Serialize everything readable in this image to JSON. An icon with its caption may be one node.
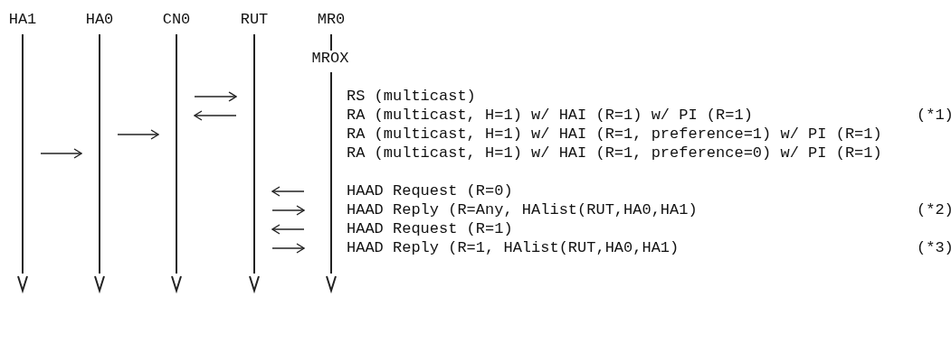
{
  "diagram": {
    "nodes": [
      {
        "text": [
          "HA1"
        ]
      },
      {
        "text": [
          "HA0"
        ]
      },
      {
        "text": [
          "CN0"
        ]
      },
      {
        "text": [
          "RUT"
        ]
      },
      {
        "text": [
          "MR0",
          "MROX"
        ]
      }
    ],
    "edges": [
      {
        "from": 2,
        "to": 3,
        "arrow": "to"
      },
      {
        "from": 3,
        "to": 2,
        "arrow": "to"
      },
      {
        "from": 1,
        "to": 2,
        "arrow": "to"
      },
      {
        "from": 0,
        "to": 1,
        "arrow": "to"
      },
      {
        "from": 4,
        "to": 3,
        "arrow": "to"
      },
      {
        "from": 3,
        "to": 4,
        "arrow": "to"
      },
      {
        "from": 4,
        "to": 3,
        "arrow": "to"
      },
      {
        "from": 3,
        "to": 4,
        "arrow": "to"
      }
    ],
    "labels": [
      "RS (multicast)",
      "RA (multicast, H=1) w/ HAI (R=1) w/ PI (R=1)",
      "(*1)",
      "RA (multicast, H=1) w/ HAI (R=1, preference=1) w/ PI (R=1)",
      "RA (multicast, H=1) w/ HAI (R=1, preference=0) w/ PI (R=1)",
      "HAAD Request (R=0)",
      "HAAD Reply (R=Any, HAlist(RUT,HA0,HA1)",
      "(*2)",
      "HAAD Request (R=1)",
      "HAAD Reply (R=1, HAlist(RUT,HA0,HA1)",
      "(*3)"
    ]
  }
}
